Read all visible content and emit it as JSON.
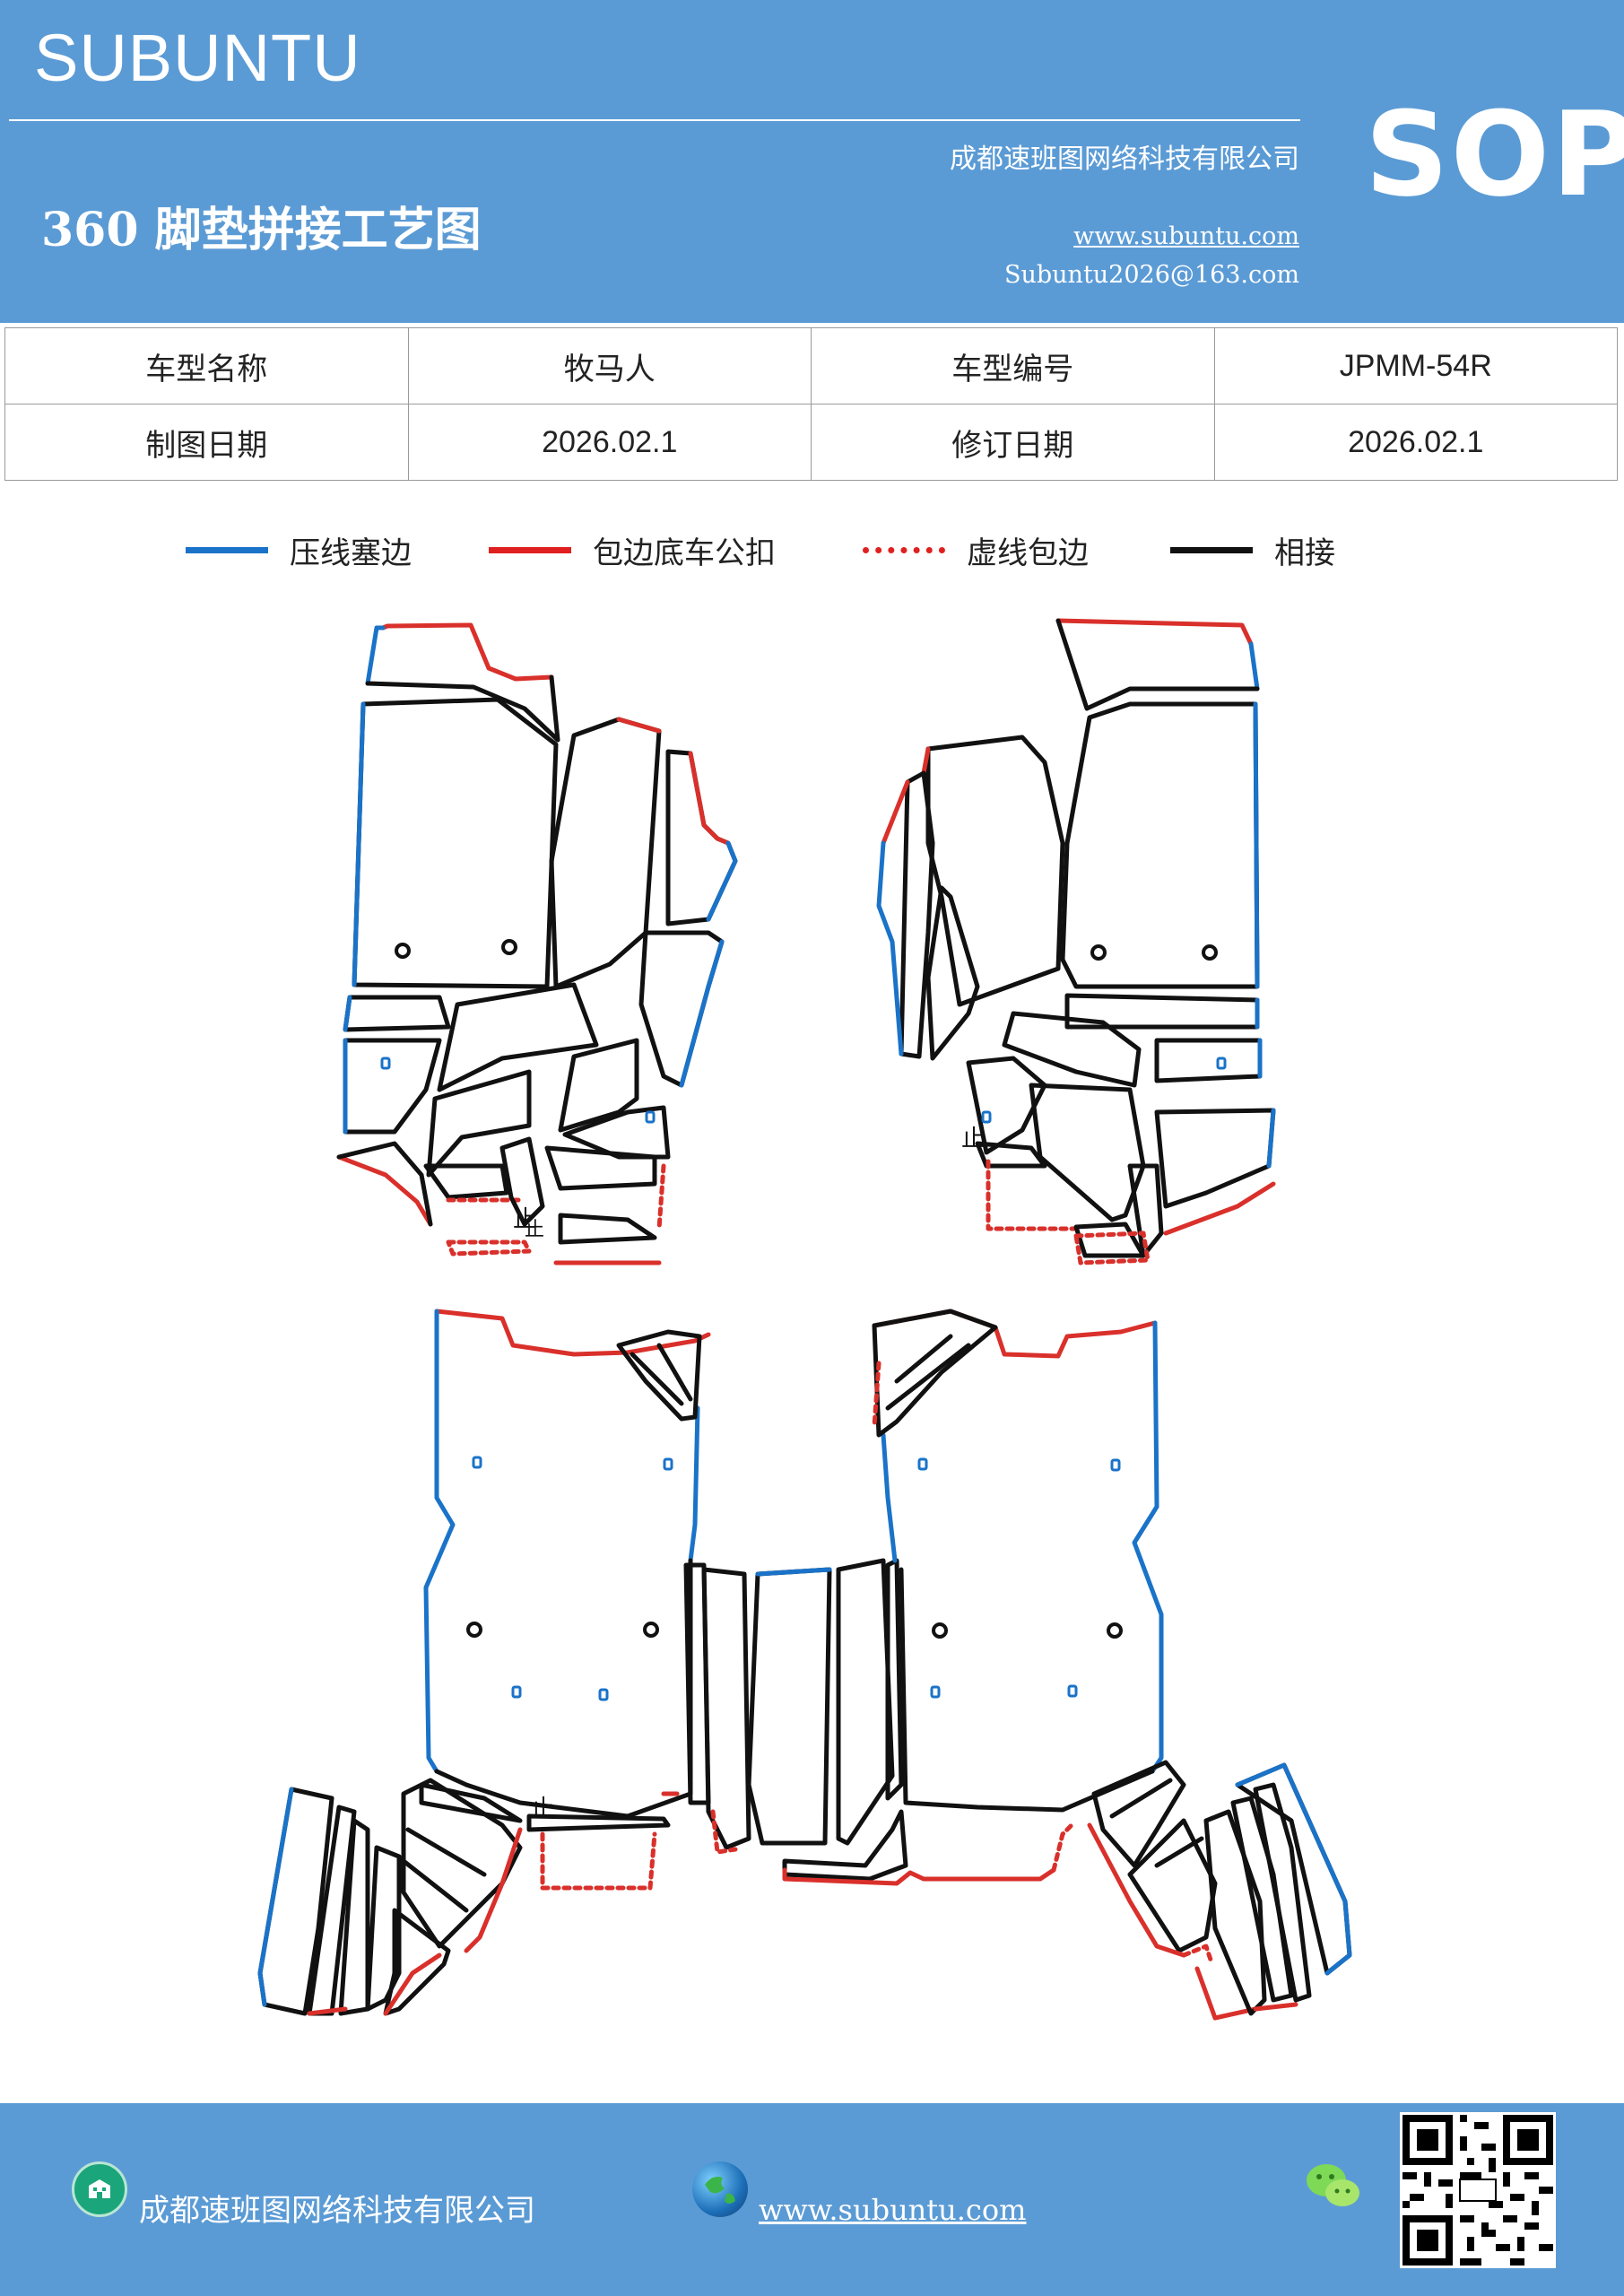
{
  "header": {
    "brand": "SUBUNTU",
    "company": "成都速班图网络科技有限公司",
    "title": "360 脚垫拼接工艺图",
    "website": "www.subuntu.com",
    "email": "Subuntu2026@163.com",
    "badge": "SOP"
  },
  "info": {
    "model_name_label": "车型名称",
    "model_name": "牧马人",
    "model_code_label": "车型编号",
    "model_code": "JPMM-54R",
    "draw_date_label": "制图日期",
    "draw_date": "2026.02.1",
    "revise_date_label": "修订日期",
    "revise_date": "2026.02.1"
  },
  "legend": {
    "items": [
      {
        "label": "压线塞边",
        "color": "#1a73c8",
        "style": "solid"
      },
      {
        "label": "包边底车公扣",
        "color": "#e02020",
        "style": "solid"
      },
      {
        "label": "虚线包边",
        "color": "#e02020",
        "style": "dotted"
      },
      {
        "label": "相接",
        "color": "#111111",
        "style": "solid"
      }
    ]
  },
  "drawing": {
    "marks": [
      "止",
      "止",
      "止",
      "止"
    ],
    "colors": {
      "blue": "#1a73c8",
      "red": "#d9302b",
      "black": "#111111"
    }
  },
  "footer": {
    "company": "成都速班图网络科技有限公司",
    "website": "www.subuntu.com",
    "icons": [
      "building-icon",
      "globe-icon",
      "wechat-icon",
      "qr-code"
    ]
  }
}
